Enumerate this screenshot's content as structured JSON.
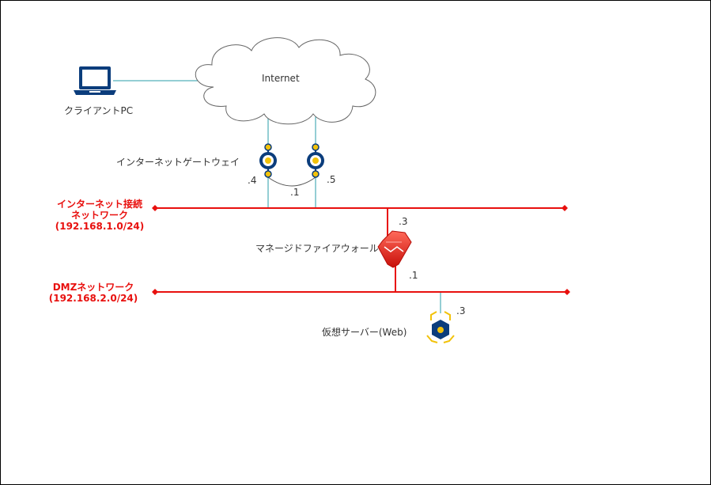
{
  "nodes": {
    "cloud": "Internet",
    "client": "クライアントPC",
    "gateway": "インターネットゲートウェイ",
    "firewall": "マネージドファイアウォール",
    "server": "仮想サーバー(Web)"
  },
  "networks": {
    "internet": {
      "line1": "インターネット接続",
      "line2": "ネットワーク",
      "line3": "(192.168.1.0/24)"
    },
    "dmz": {
      "line1": "DMZネットワーク",
      "line2": "(192.168.2.0/24)"
    }
  },
  "addresses": {
    "gw_left": ".4",
    "gw_right": ".5",
    "gw_vip": ".1",
    "fw_top": ".3",
    "fw_bottom": ".1",
    "server": ".3"
  },
  "colors": {
    "network_line": "#e8100e",
    "link_line": "#2a9da8",
    "icon_blue": "#0b3d7c",
    "node_yellow": "#f2c20a"
  },
  "icons": {
    "client": "laptop-icon",
    "cloud": "cloud-icon",
    "gateway": "gateway-node-icon",
    "firewall": "firewall-icon",
    "server": "virtual-server-icon"
  }
}
